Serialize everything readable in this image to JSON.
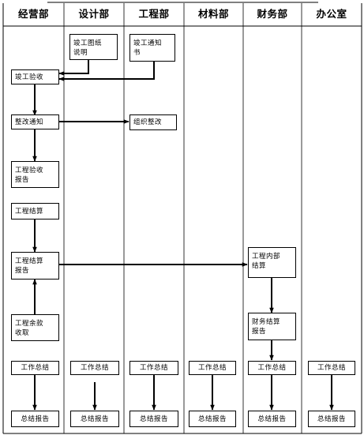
{
  "columns": [
    "经营部",
    "设计部",
    "工程部",
    "材料部",
    "财务部",
    "办公室"
  ],
  "boxes": {
    "design_notes": "竣工图纸\n说明",
    "eng_notice": "竣工通知\n书",
    "acceptance": "竣工验收",
    "rectify_notice": "整改通知",
    "organize_rectify": "组织整改",
    "acceptance_report": "工程验收\n报告",
    "settlement": "工程结算",
    "settlement_report": "工程结算\n报告",
    "internal_settlement": "工程内部\n结算",
    "collect_balance": "工程余款\n收取",
    "fin_settlement_report": "财务结算\n报告",
    "summary_work": "工作总结",
    "summary_report": "总结报告"
  }
}
